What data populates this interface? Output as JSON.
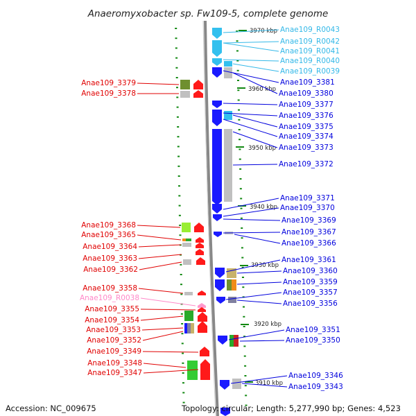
{
  "title": "Anaeromyxobacter sp. Fw109-5, complete genome",
  "footer": {
    "accession": "Accession: NC_009675",
    "topology": "Topology: circular; Length: 5,277,990 bp; Genes: 4,523"
  },
  "colors": {
    "reverse_gene": "#1a1aff",
    "forward_gene": "#ff1a1a",
    "rna_reverse": "#33c0ee",
    "rna_forward": "#ff99cc",
    "backbone": "#888888",
    "tick": "#118811"
  },
  "kbp_marks": [
    "3970 kbp",
    "3960 kbp",
    "3950 kbp",
    "3940 kbp",
    "3930 kbp",
    "3920 kbp",
    "3910 kbp"
  ],
  "left_labels": [
    "Anae109_3379",
    "Anae109_3378",
    "Anae109_3368",
    "Anae109_3365",
    "Anae109_3364",
    "Anae109_3363",
    "Anae109_3362",
    "Anae109_3358",
    "Anae109_R0038",
    "Anae109_3355",
    "Anae109_3354",
    "Anae109_3353",
    "Anae109_3352",
    "Anae109_3349",
    "Anae109_3348",
    "Anae109_3347"
  ],
  "right_labels": [
    "Anae109_R0043",
    "Anae109_R0042",
    "Anae109_R0041",
    "Anae109_R0040",
    "Anae109_R0039",
    "Anae109_3381",
    "Anae109_3380",
    "Anae109_3377",
    "Anae109_3376",
    "Anae109_3375",
    "Anae109_3374",
    "Anae109_3373",
    "Anae109_3372",
    "Anae109_3371",
    "Anae109_3370",
    "Anae109_3369",
    "Anae109_3367",
    "Anae109_3366",
    "Anae109_3361",
    "Anae109_3360",
    "Anae109_3359",
    "Anae109_3357",
    "Anae109_3356",
    "Anae109_3351",
    "Anae109_3350",
    "Anae109_3346",
    "Anae109_3343"
  ]
}
